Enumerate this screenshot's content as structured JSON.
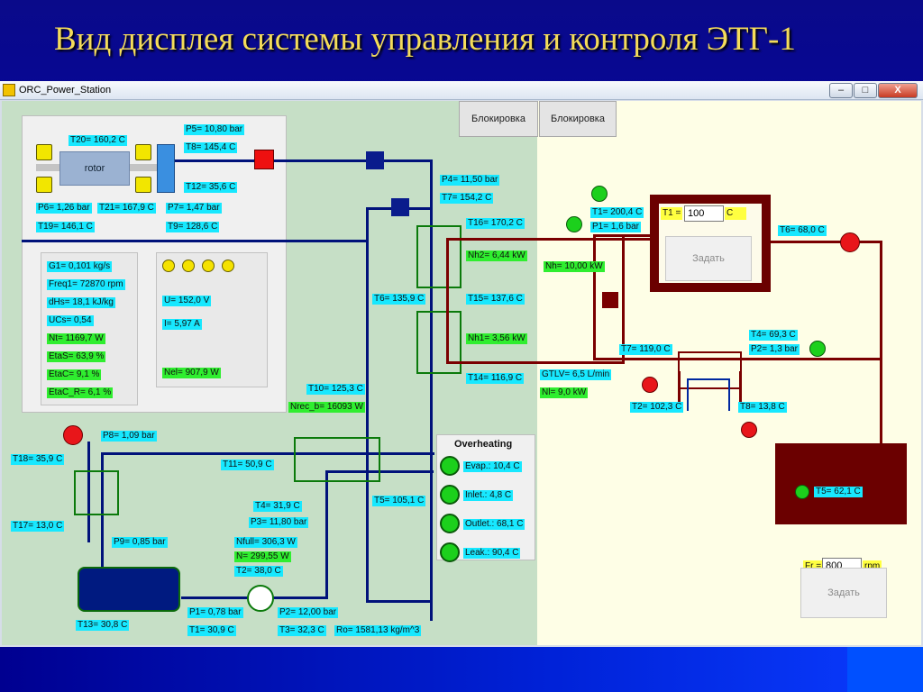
{
  "slide": {
    "title": "Вид дисплея системы управления и контроля  ЭТГ-1"
  },
  "window": {
    "title": "ORC_Power_Station",
    "controls": {
      "minimize": "–",
      "maximize": "□",
      "close": "X"
    }
  },
  "buttons": {
    "block1": "Блокировка",
    "block2": "Блокировка",
    "set1": "Задать",
    "set2": "Задать"
  },
  "rotor": {
    "label": "rotor"
  },
  "labels": {
    "T20": "T20= 160,2 C",
    "P5": "P5= 10,80 bar",
    "T8a": "T8= 145,4 C",
    "T12": "T12= 35,6 C",
    "P6": "P6= 1,26 bar",
    "T21": "T21= 167,9 C",
    "P7": "P7= 1,47 bar",
    "T19": "T19= 146,1 C",
    "T9": "T9= 128,6 C",
    "P4": "P4= 11,50 bar",
    "T7a": "T7= 154,2 C",
    "T16": "T16= 170,2 C",
    "Nh2": "Nh2= 6,44 kW",
    "T6a": "T6= 135,9 C",
    "T15": "T15= 137,6 C",
    "Nh1": "Nh1= 3,56 kW",
    "T14": "T14= 116,9 C",
    "T10": "T10= 125,3 C",
    "Nrec": "Nrec_b= 16093 W",
    "P8": "P8= 1,09 bar",
    "T18": "T18= 35,9 C",
    "T11": "T11= 50,9 C",
    "T17": "T17= 13,0 C",
    "T5a": "T5= 105,1 C",
    "P9": "P9= 0,85 bar",
    "T4a": "T4= 31,9 C",
    "P3": "P3= 11,80 bar",
    "Nfull": "Nfull= 306,3 W",
    "N": "N= 299,55 W",
    "T2a": "T2= 38,0 C",
    "T13": "T13= 30,8 C",
    "P1a": "P1= 0,78 bar",
    "P2a": "P2= 12,00 bar",
    "T1a": "T1= 30,9 C",
    "T3": "T3= 32,3 C",
    "Ro": "Ro= 1581,13 kg/m^3",
    "T1b": "T1= 200,4 C",
    "P1b": "P1= 1,6 bar",
    "T6b": "T6= 68,0 C",
    "Nh": "Nh= 10,00 kW",
    "T4b": "T4= 69,3 C",
    "P2b": "P2= 1,3 bar",
    "T7b": "T7= 119,0 C",
    "GTLV": "GTLV= 6,5 L/min",
    "Nl": "Nl= 9,0 kW",
    "T2b": "T2= 102,3 C",
    "T8b": "T8= 13,8 C",
    "T5b": "T5= 62,1 C"
  },
  "stats": {
    "G1": "G1= 0,101 kg/s",
    "Freq1": "Freq1= 72870 rpm",
    "dHs": "dHs= 18,1 kJ/kg",
    "UCs": "UCs= 0,54",
    "Nt": "Nt= 1169,7 W",
    "EtaS": "EtaS= 63,9 %",
    "EtaC": "EtaC= 9,1 %",
    "EtaC_R": "EtaC_R= 6,1 %"
  },
  "electric": {
    "U": "U= 152,0 V",
    "I": "I= 5,97 A",
    "Nel": "Nel= 907,9 W"
  },
  "overheating": {
    "title": "Overheating",
    "items": [
      "Evap.: 10,4 C",
      "Inlet.: 4,8 C",
      "Outlet.: 68,1 C",
      "Leak.: 90,4 C"
    ]
  },
  "setpoint_t1": {
    "label": "T1 =",
    "value": "100",
    "unit": "C"
  },
  "setpoint_fr": {
    "label": "Fr =",
    "value": "800",
    "unit": "rpm"
  },
  "colors": {
    "label_cyan": "#17e8ff",
    "label_green": "#2fee2f",
    "label_yellow": "#ffff40",
    "pipe_navy": "#00127a",
    "pipe_maroon": "#7a0000"
  }
}
